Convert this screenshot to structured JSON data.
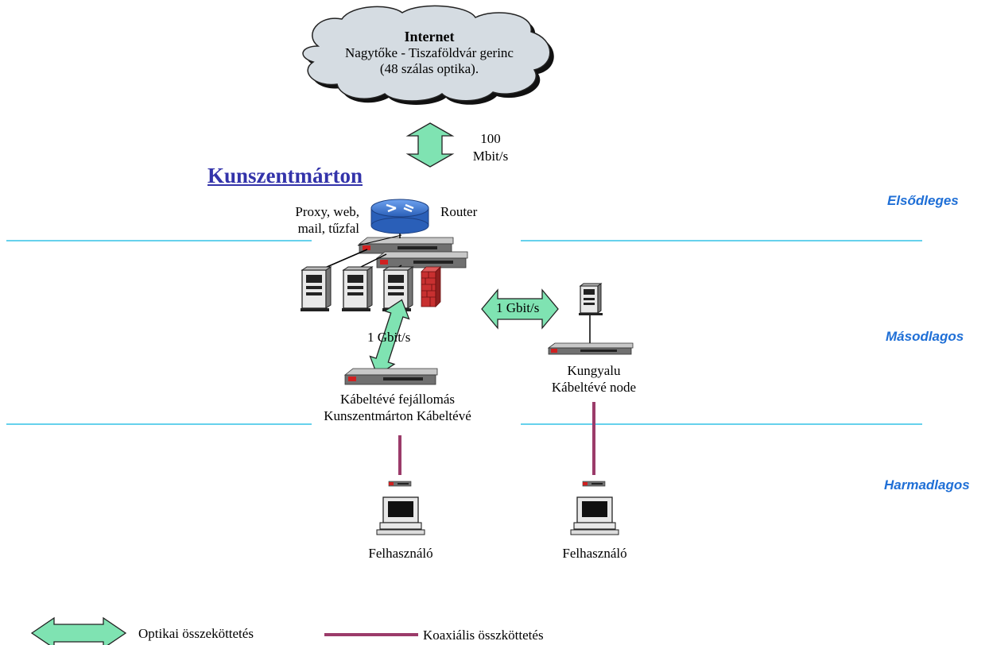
{
  "cloud": {
    "title": "Internet",
    "line1": "Nagytőke - Tiszaföldvár gerinc",
    "line2": "(48 szálas optika)."
  },
  "uplink": {
    "line1": "100",
    "line2": "Mbit/s"
  },
  "site_title": "Kunszentmárton",
  "left_label": {
    "line1": "Proxy, web,",
    "line2": "mail, tűzfal"
  },
  "router_label": "Router",
  "tiers": {
    "primary": "Elsődleges",
    "secondary": "Másodlagos",
    "tertiary": "Harmadlagos"
  },
  "links": {
    "horizontal": "1 Gbit/s",
    "vertical": "1 Gbit/s"
  },
  "headend": {
    "line1": "Kábeltévé fejállomás",
    "line2": "Kunszentmárton  Kábeltévé"
  },
  "node": {
    "line1": "Kungyalu",
    "line2": "Kábeltévé node"
  },
  "users": {
    "left": "Felhasználó",
    "right": "Felhasználó"
  },
  "legend": {
    "optical": "Optikai összeköttetés",
    "coax": "Koaxiális összköttetés"
  },
  "colors": {
    "arrow_fill": "#7fe3b2",
    "coax": "#9b3b6a",
    "tier_line": "#33c2e6",
    "tier_text": "#1f6fd6",
    "router": "#3a78d8",
    "cloud": "#d5dce2"
  }
}
